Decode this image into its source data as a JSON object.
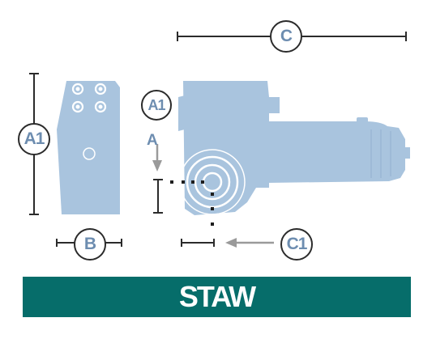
{
  "colors": {
    "body": "#a9c4de",
    "body_detail": "#8fb0cf",
    "dimension_line": "#2b2b2b",
    "arrow": "#9a9a9a",
    "label_text": "#6d8db0",
    "banner": "#066d6a"
  },
  "labels": {
    "c": "C",
    "a1_left": "A1",
    "a1_center": "A1",
    "a": "A",
    "b": "B",
    "c1": "C1"
  },
  "banner": {
    "text": "STAW"
  }
}
